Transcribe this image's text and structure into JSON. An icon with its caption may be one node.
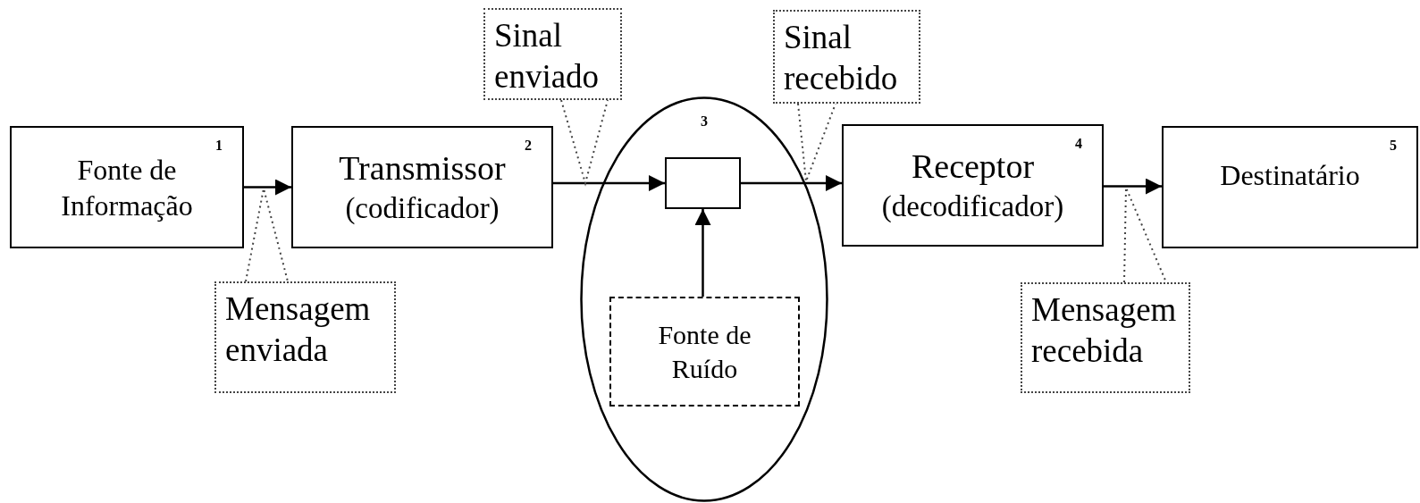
{
  "diagram": {
    "nodes": [
      {
        "text": [
          "Fonte de Informação",
          "1"
        ]
      },
      {
        "text": [
          "Transmissor",
          "(codificador)",
          "2"
        ]
      },
      {
        "text": [
          "3"
        ]
      },
      {
        "text": [],
        "shape": "box",
        "in": 2
      },
      {
        "text": [
          "Fonte de Ruído"
        ],
        "in": 2
      },
      {
        "text": [
          "Receptor",
          "(decodificador)",
          "4"
        ]
      },
      {
        "text": [
          "Destinatário",
          "5"
        ]
      },
      {
        "text": [
          "Sinal enviado"
        ]
      },
      {
        "text": [
          "Mensagem enviada"
        ]
      },
      {
        "text": [
          "Sinal recebido"
        ]
      },
      {
        "text": [
          "Mensagem recebida"
        ]
      }
    ],
    "edges": [
      {
        "from": 0,
        "to": 1,
        "arrow": "to"
      },
      {
        "from": 1,
        "to": 3,
        "arrow": "to"
      },
      {
        "from": 3,
        "to": 5,
        "arrow": "to"
      },
      {
        "from": 5,
        "to": 6,
        "arrow": "to"
      },
      {
        "from": 4,
        "to": 3,
        "arrow": "to"
      },
      {
        "from": 7,
        "to": null,
        "arrow": "none",
        "style": "dashed"
      },
      {
        "from": 8,
        "to": null,
        "arrow": "none",
        "style": "dashed"
      },
      {
        "from": 9,
        "to": null,
        "arrow": "none",
        "style": "dashed"
      },
      {
        "from": 10,
        "to": null,
        "arrow": "none",
        "style": "dashed"
      }
    ]
  }
}
